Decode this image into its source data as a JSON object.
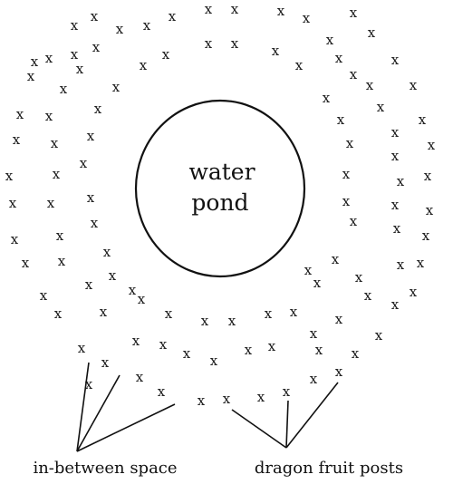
{
  "pond": {
    "line1": "water",
    "line2": "pond"
  },
  "post_marker": "x",
  "labels": {
    "in_between_space": "in-between space",
    "dragon_fruit_posts": "dragon fruit posts"
  },
  "colors": {
    "ink": "#111111",
    "background": "#ffffff"
  }
}
